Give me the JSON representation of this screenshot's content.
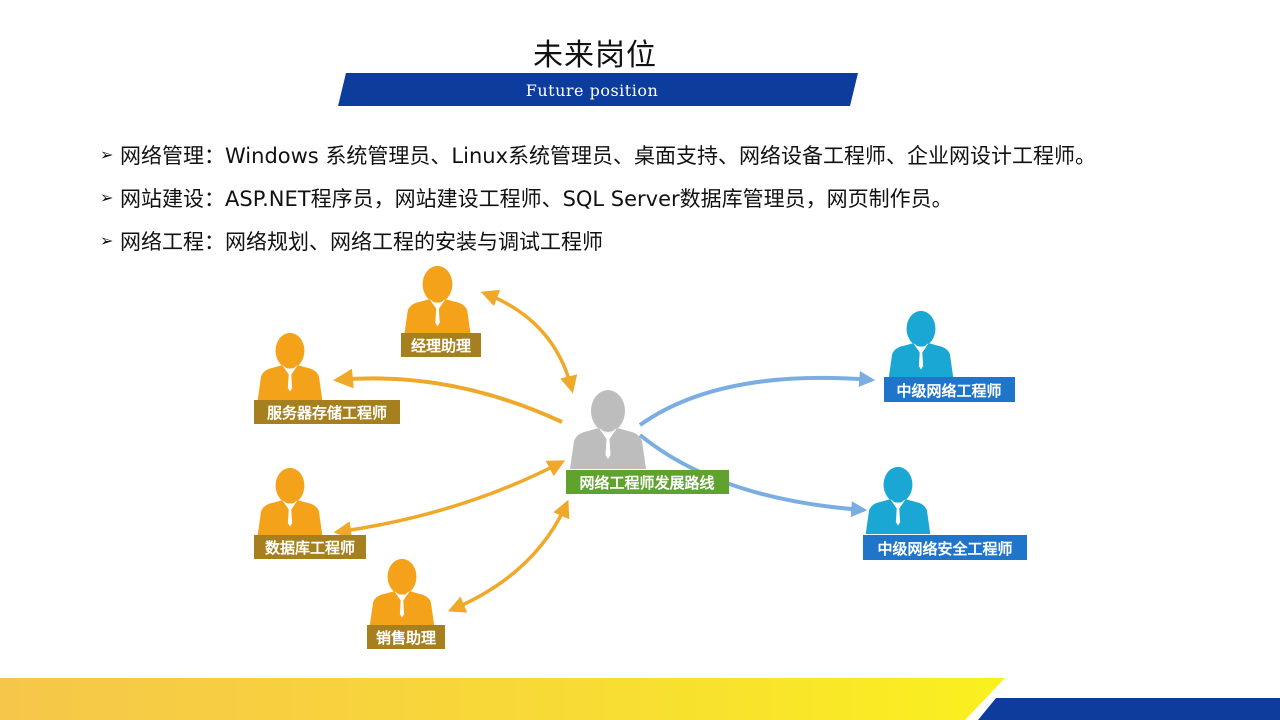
{
  "slide": {
    "title": "未来岗位",
    "subtitle": "Future position"
  },
  "bullets": [
    {
      "arrow": "➢",
      "text": "网络管理：Windows 系统管理员、Linux系统管理员、桌面支持、网络设备工程师、企业网设计工程师。"
    },
    {
      "arrow": "➢",
      "text": "网站建设：ASP.NET程序员，网站建设工程师、SQL Server数据库管理员，网页制作员。"
    },
    {
      "arrow": "➢",
      "text": "网络工程：网络规划、网络工程的安装与调试工程师"
    }
  ],
  "diagram": {
    "center": {
      "label": "网络工程师发展路线",
      "figure_color": "#bdbdbd",
      "label_bg": "#5fa22e"
    },
    "left_nodes": [
      {
        "label": "经理助理"
      },
      {
        "label": "服务器存储工程师"
      },
      {
        "label": "数据库工程师"
      },
      {
        "label": "销售助理"
      }
    ],
    "right_nodes": [
      {
        "label": "中级网络工程师"
      },
      {
        "label": "中级网络安全工程师"
      }
    ],
    "colors": {
      "orange_figure": "#f5a21b",
      "orange_label_bg": "#a6801f",
      "orange_arrow": "#f0a829",
      "blue_figure": "#1aa7d3",
      "blue_label_bg": "#1f75c9",
      "blue_arrow": "#7aaee3"
    }
  },
  "theme": {
    "accent_blue": "#0c3c9c",
    "bottom_yellow": "#f8da36"
  }
}
